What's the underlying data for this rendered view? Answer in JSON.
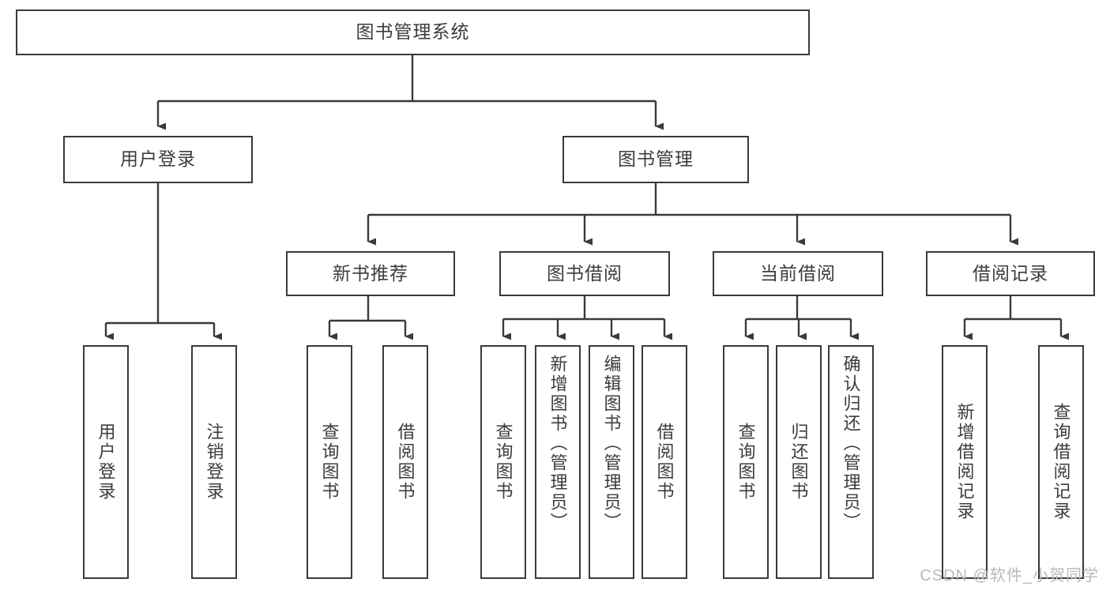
{
  "diagram": {
    "type": "tree-hierarchy-chart",
    "title": "图书管理系统",
    "orientation": "top-down",
    "colors": {
      "box_border": "#3a3a3a",
      "box_fill": "#ffffff",
      "text": "#3c3c3c",
      "edge": "#3a3a3a",
      "watermark": "#b9b9b9"
    },
    "nodes": {
      "root": {
        "label": "图书管理系统"
      },
      "level2": [
        {
          "id": "user-login",
          "label": "用户登录"
        },
        {
          "id": "book-management",
          "label": "图书管理"
        }
      ],
      "level3": [
        {
          "id": "new-book-recommend",
          "label": "新书推荐"
        },
        {
          "id": "book-borrow",
          "label": "图书借阅"
        },
        {
          "id": "current-borrow",
          "label": "当前借阅"
        },
        {
          "id": "borrow-record",
          "label": "借阅记录"
        }
      ],
      "leaves": {
        "user-login": [
          {
            "id": "leaf-user-login",
            "label": "用户登录"
          },
          {
            "id": "leaf-logout-login",
            "label": "注销登录"
          }
        ],
        "new-book-recommend": [
          {
            "id": "leaf-query-book-1",
            "label": "查询图书"
          },
          {
            "id": "leaf-borrow-book-1",
            "label": "借阅图书"
          }
        ],
        "book-borrow": [
          {
            "id": "leaf-query-book-2",
            "label": "查询图书"
          },
          {
            "id": "leaf-add-book",
            "label": "新增图书（管理员）"
          },
          {
            "id": "leaf-edit-book",
            "label": "编辑图书（管理员）"
          },
          {
            "id": "leaf-borrow-book-2",
            "label": "借阅图书"
          }
        ],
        "current-borrow": [
          {
            "id": "leaf-query-book-3",
            "label": "查询图书"
          },
          {
            "id": "leaf-return-book",
            "label": "归还图书"
          },
          {
            "id": "leaf-confirm-return",
            "label": "确认归还（管理员）"
          }
        ],
        "borrow-record": [
          {
            "id": "leaf-add-record",
            "label": "新增借阅记录"
          },
          {
            "id": "leaf-query-record",
            "label": "查询借阅记录"
          }
        ]
      }
    },
    "watermark": "CSDN @软件_小贺同学"
  }
}
